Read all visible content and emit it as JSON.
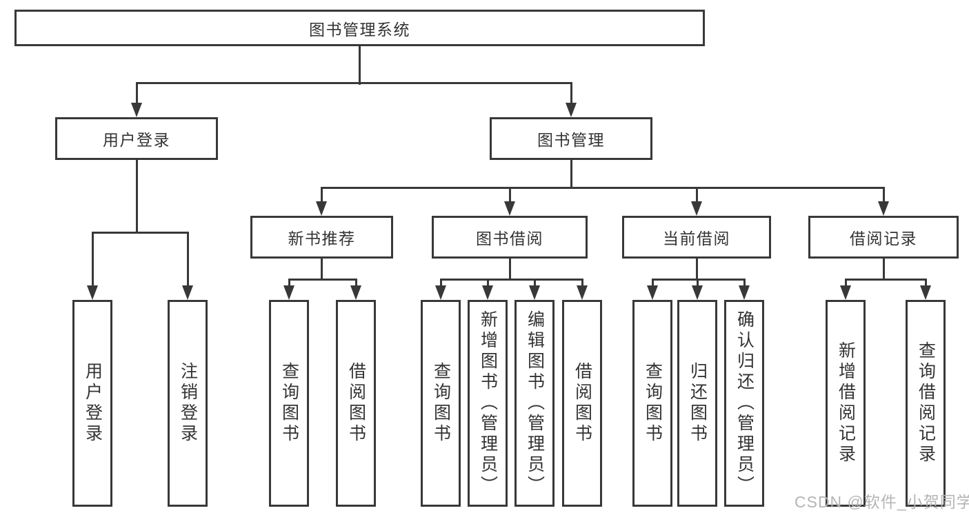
{
  "nodes": {
    "root": "图书管理系统",
    "level2": {
      "user_login": "用户登录",
      "book_management": "图书管理"
    },
    "level3": {
      "new_book_recommend": "新书推荐",
      "book_borrowing": "图书借阅",
      "current_borrowing": "当前借阅",
      "borrowing_records": "借阅记录"
    },
    "leaves": {
      "user_login": "用户登录",
      "logout": "注销登录",
      "recommend_query_books": "查询图书",
      "recommend_borrow_books": "借阅图书",
      "borrowing_query_books": "查询图书",
      "borrowing_add_books_admin": "新增图书（管理员）",
      "borrowing_edit_books_admin": "编辑图书（管理员）",
      "borrowing_borrow_books": "借阅图书",
      "current_query_books": "查询图书",
      "current_return_books": "归还图书",
      "current_confirm_return_admin": "确认归还（管理员）",
      "records_add_record": "新增借阅记录",
      "records_query_record": "查询借阅记录"
    }
  },
  "watermark": "CSDN @软件_小贺同学",
  "colors": {
    "line": "#383838",
    "text": "#333333",
    "watermark": "#b5b5b5",
    "background": "#ffffff"
  }
}
